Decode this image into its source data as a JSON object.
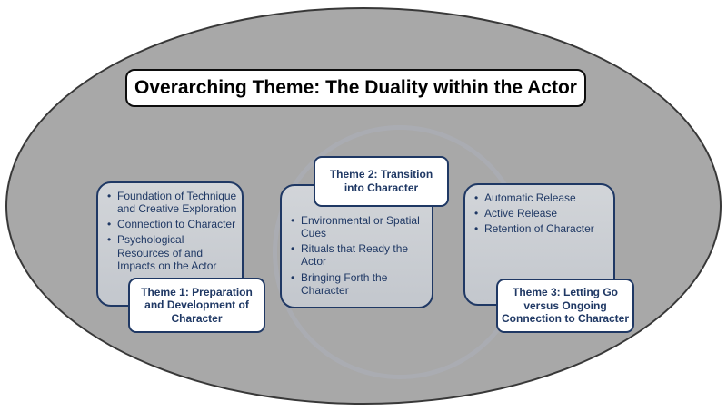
{
  "diagram": {
    "title": "Overarching Theme: The Duality within the Actor",
    "themes": [
      {
        "label": "Theme 1: Preparation and Development of Character",
        "label_position": "bottom-overlap",
        "bullets": [
          "Foundation of Technique and Creative Exploration",
          "Connection to Character",
          "Psychological Resources of and Impacts on the Actor"
        ]
      },
      {
        "label": "Theme 2: Transition into Character",
        "label_position": "top-overlap",
        "bullets": [
          "Environmental or Spatial Cues",
          "Rituals that Ready the Actor",
          "Bringing Forth the Character"
        ]
      },
      {
        "label": "Theme 3: Letting Go versus Ongoing Connection to Character",
        "label_position": "bottom-overlap",
        "bullets": [
          "Automatic Release",
          "Active Release",
          "Retention of Character"
        ]
      }
    ]
  },
  "colors": {
    "ellipse_fill": "#a8a8a8",
    "ellipse_border": "#383838",
    "box_fill_top": "#d2d5d9",
    "box_fill_bottom": "#c3c7cd",
    "box_border": "#1f3864",
    "label_fill": "#ffffff",
    "label_text": "#1f3864",
    "title_text": "#000000"
  }
}
